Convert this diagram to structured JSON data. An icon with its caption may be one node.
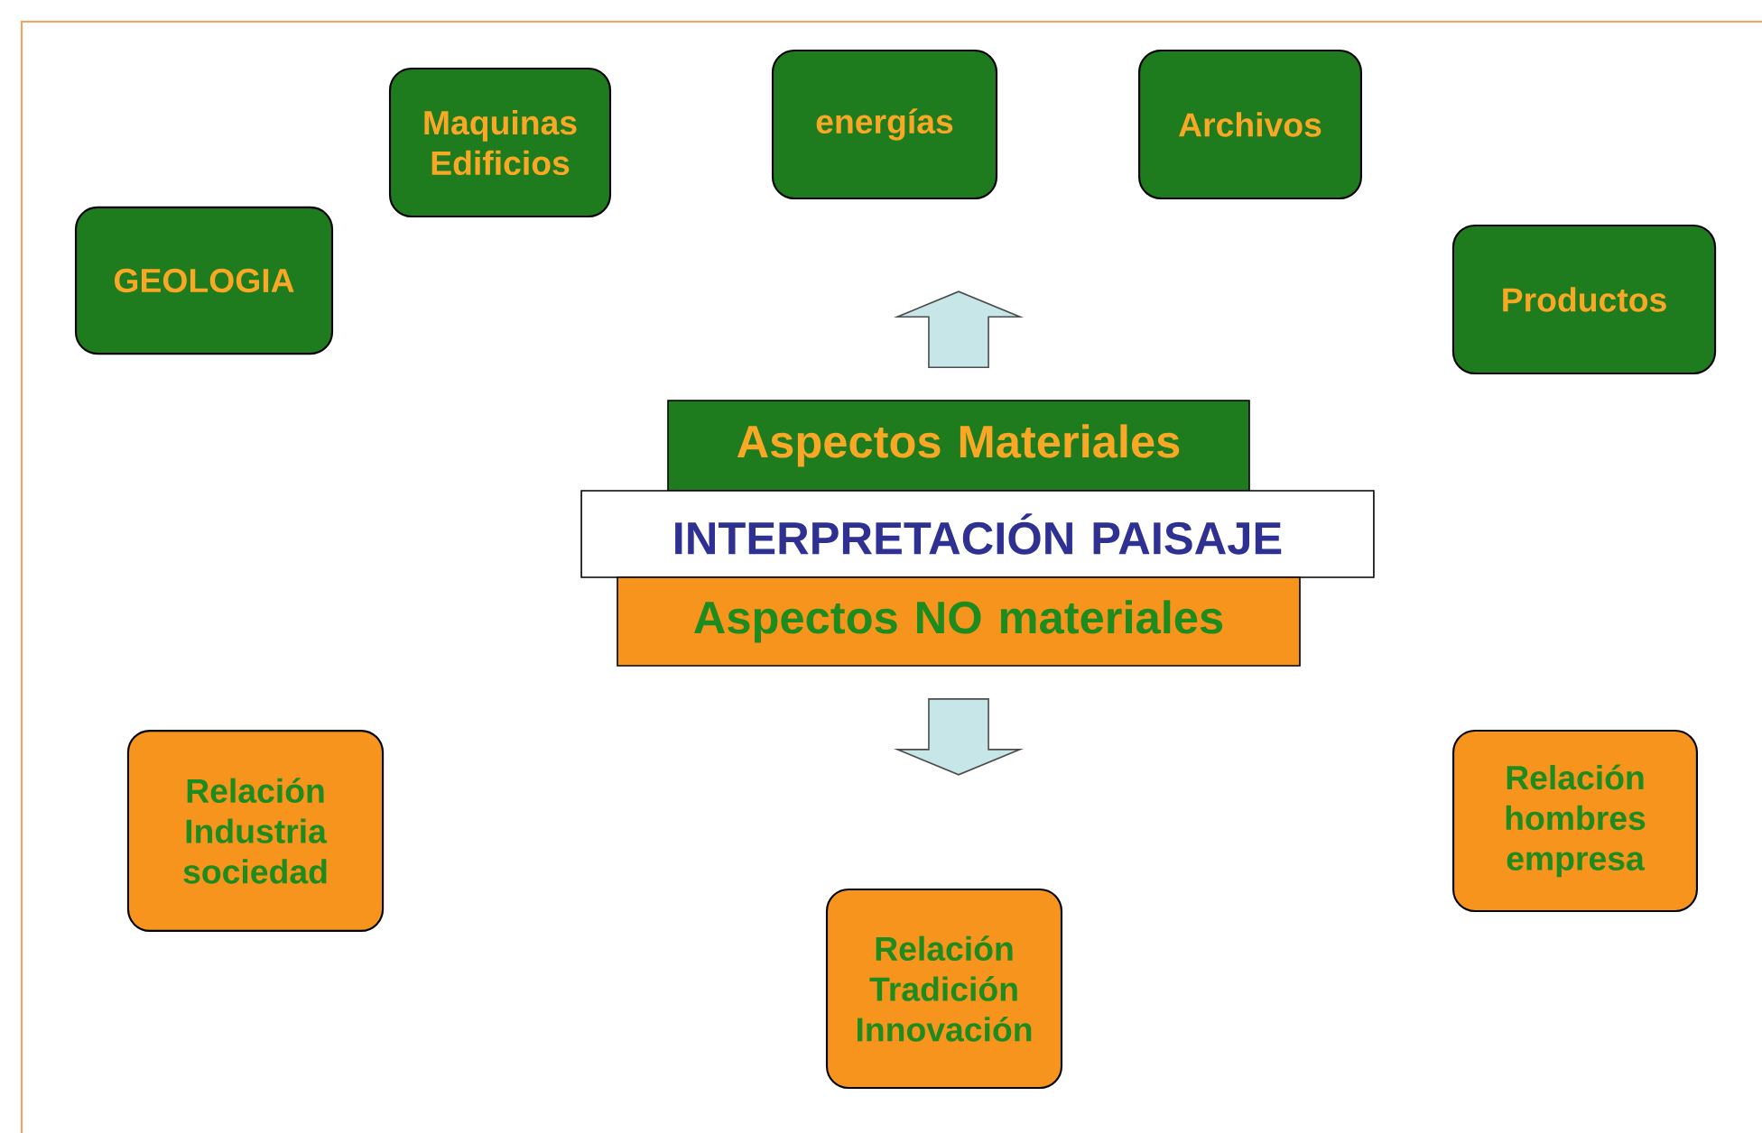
{
  "diagram": {
    "nodes": [
      {
        "text": [
          "Maquinas Edificios"
        ]
      },
      {
        "text": [
          "energías"
        ]
      },
      {
        "text": [
          "Archivos"
        ]
      },
      {
        "text": [
          "GEOLOGIA"
        ]
      },
      {
        "text": [
          "Productos"
        ]
      },
      {
        "text": [
          "Aspectos Materiales"
        ]
      },
      {
        "text": [
          "INTERPRETACIÓN PAISAJE"
        ]
      },
      {
        "text": [
          "Aspectos NO materiales"
        ]
      },
      {
        "text": [
          "Relación Industria sociedad"
        ]
      },
      {
        "text": [
          "Relación hombres empresa"
        ]
      },
      {
        "text": [
          "Relación Tradición Innovación"
        ]
      }
    ],
    "edges": [
      {
        "from": 5,
        "to": null,
        "arrow": "to"
      },
      {
        "from": 7,
        "to": null,
        "arrow": "to"
      }
    ]
  }
}
